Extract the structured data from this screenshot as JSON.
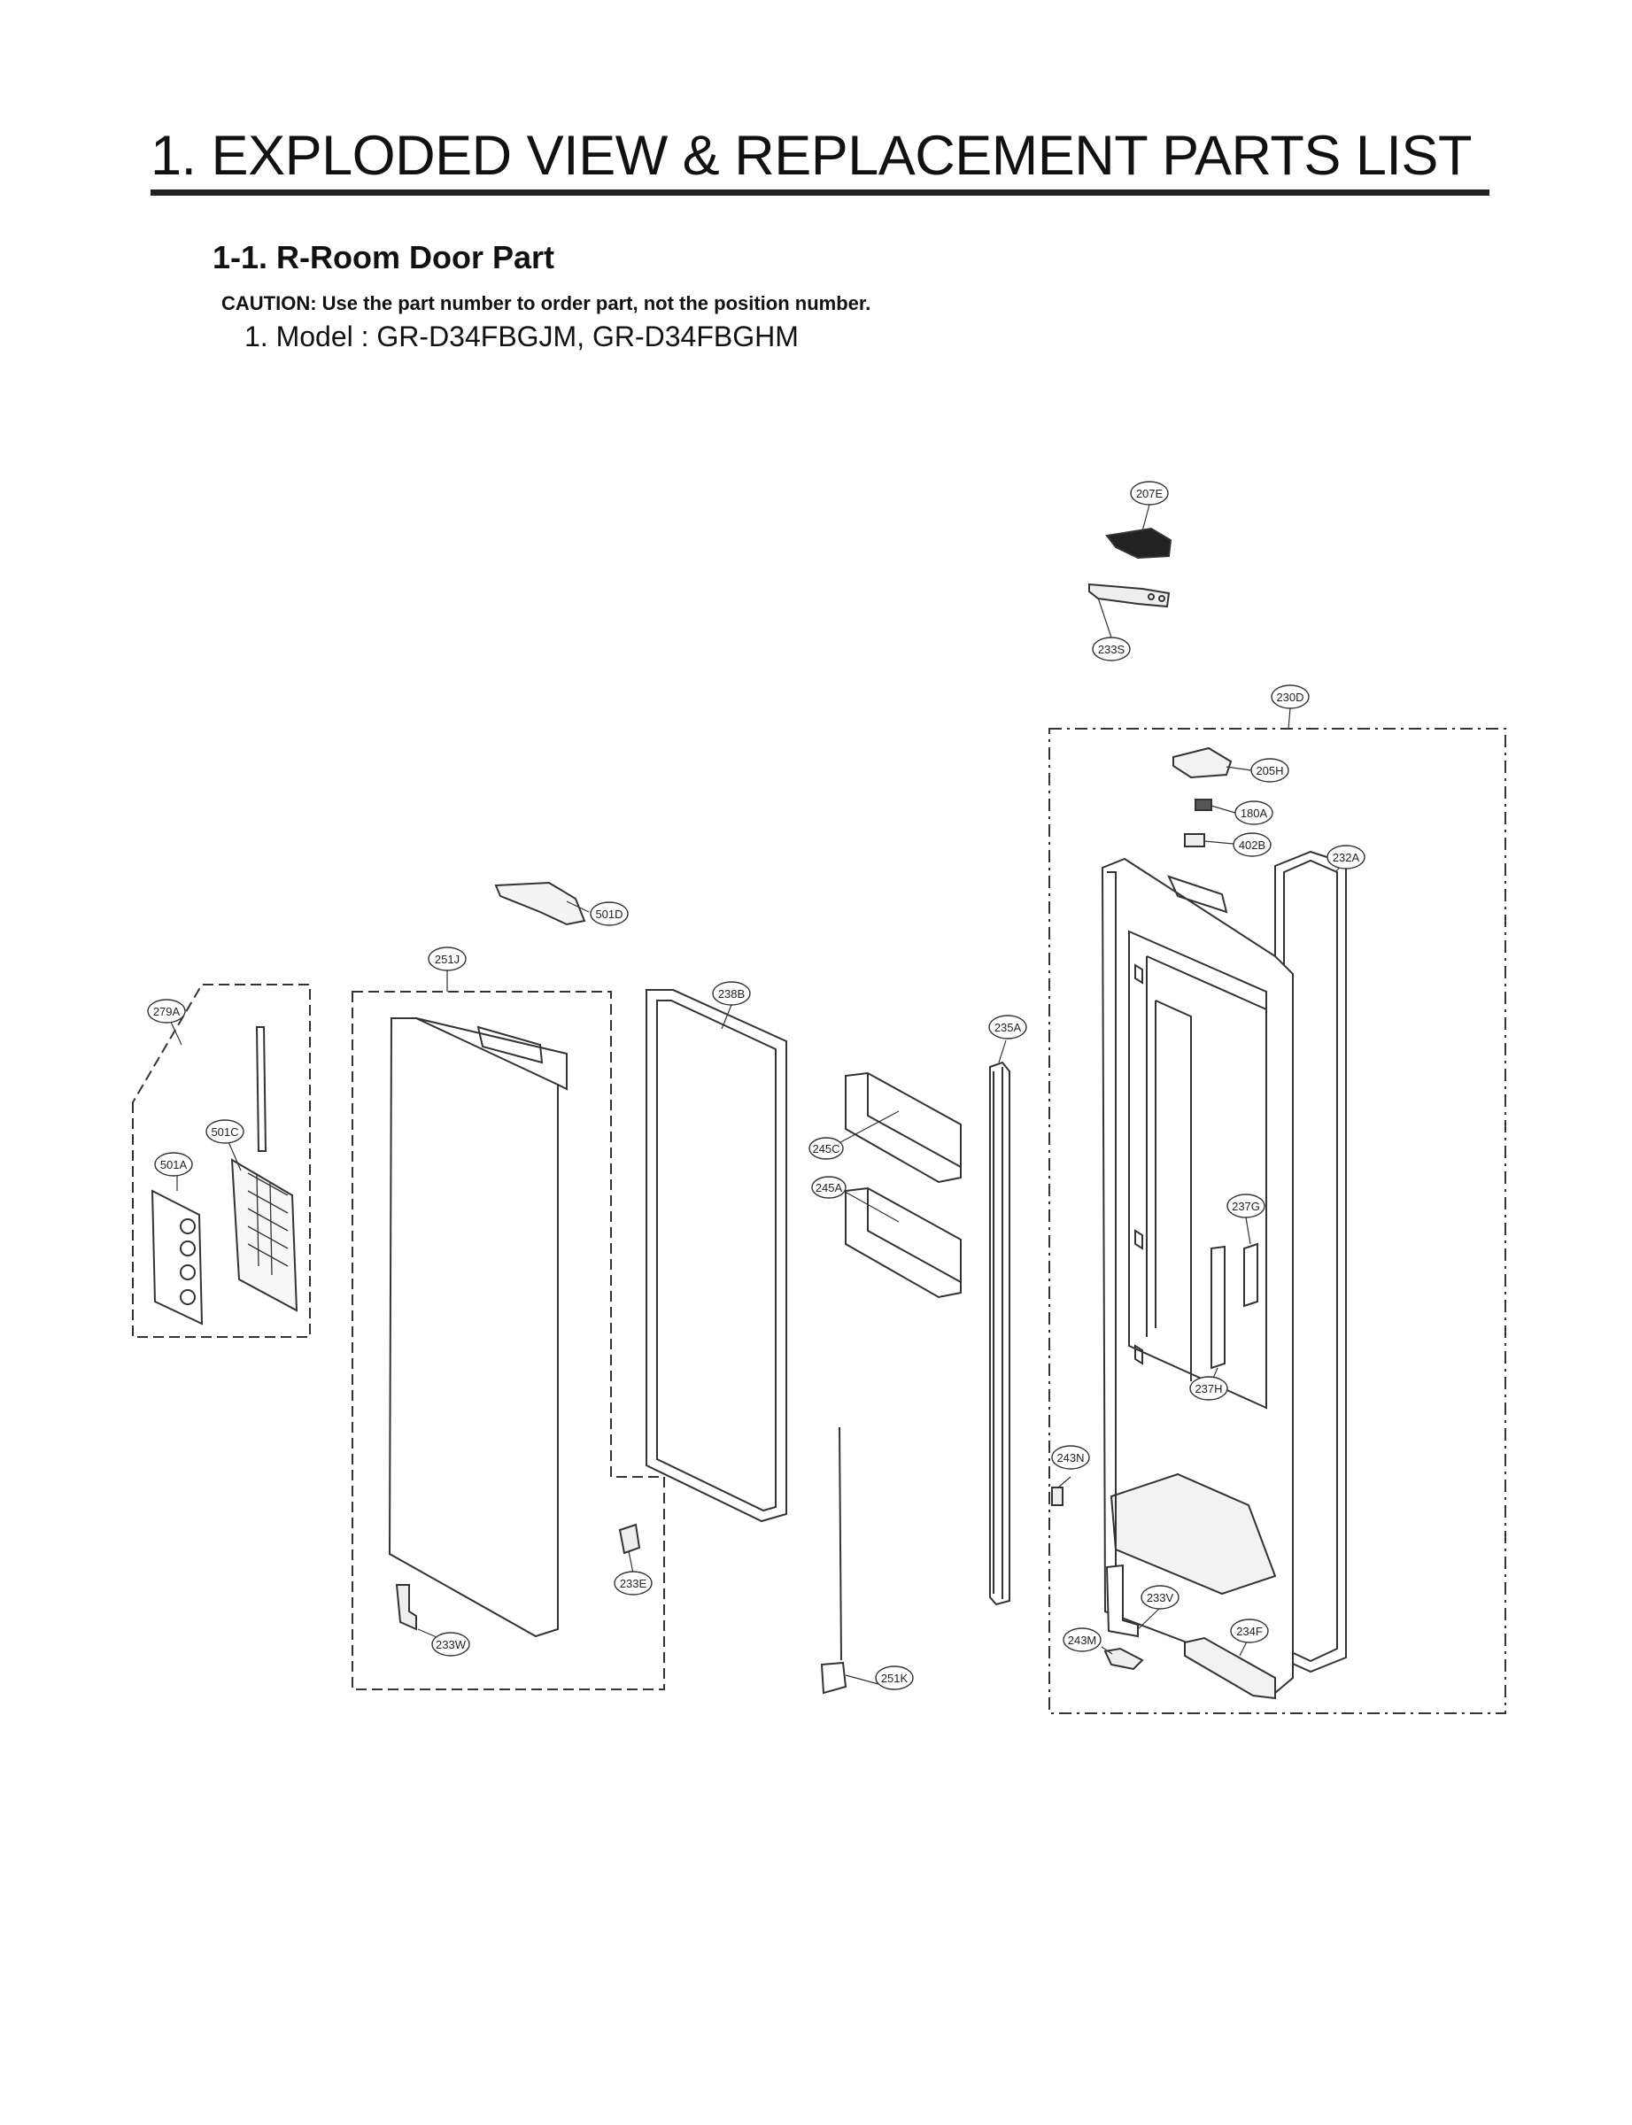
{
  "header": {
    "title": "1. EXPLODED VIEW & REPLACEMENT PARTS LIST",
    "section": "1-1. R-Room Door Part",
    "caution": "CAUTION: Use the part number to order part, not the position number.",
    "model": "1. Model : GR-D34FBGJM, GR-D34FBGHM"
  },
  "callouts": [
    "207E",
    "233S",
    "230D",
    "205H",
    "180A",
    "402B",
    "232A",
    "501D",
    "251J",
    "238B",
    "235A",
    "279A",
    "501C",
    "501A",
    "245C",
    "245A",
    "237G",
    "237H",
    "243N",
    "233E",
    "233V",
    "234F",
    "243M",
    "233W",
    "251K"
  ],
  "colors": {
    "line": "#333333",
    "background": "#ffffff"
  }
}
